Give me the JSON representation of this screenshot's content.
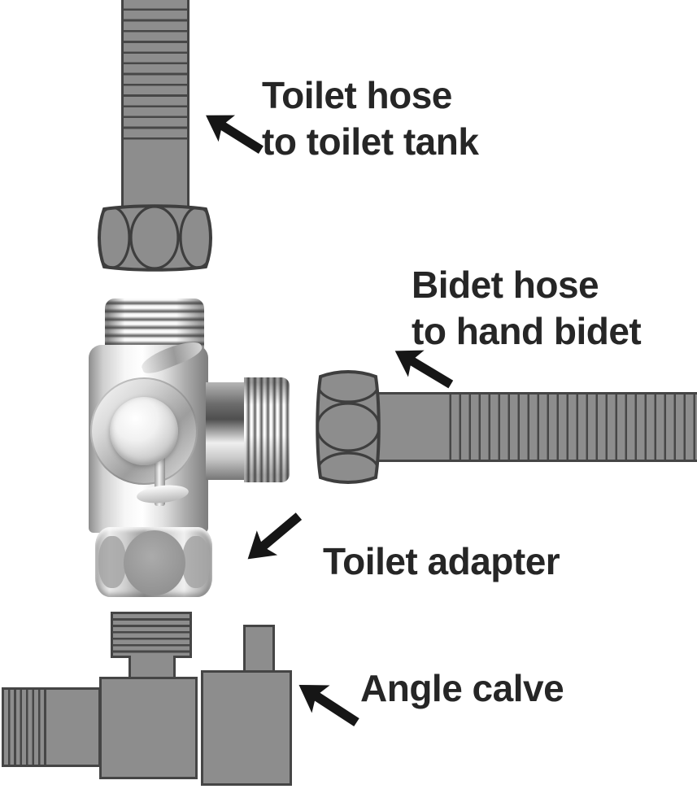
{
  "diagram": {
    "background": "#ffffff",
    "labels": {
      "toilet_hose": {
        "line1": "Toilet hose",
        "line2": "to toilet tank"
      },
      "bidet_hose": {
        "line1": "Bidet hose",
        "line2": "to hand bidet"
      },
      "toilet_adapter": {
        "text": "Toilet adapter"
      },
      "angle_valve": {
        "text": "Angle calve"
      }
    },
    "arrows": [
      {
        "name": "arrow-toilet-hose",
        "direction": "down-left"
      },
      {
        "name": "arrow-bidet-hose",
        "direction": "down-left"
      },
      {
        "name": "arrow-toilet-adapter",
        "direction": "up-left"
      },
      {
        "name": "arrow-angle-valve",
        "direction": "down-left"
      }
    ],
    "parts": [
      {
        "name": "toilet-hose",
        "style": "gray ribbed hose, vertical, top edge"
      },
      {
        "name": "toilet-hose-nut",
        "style": "gray barrel nut"
      },
      {
        "name": "toilet-adapter",
        "style": "chrome 3-way T-adapter with side knob, threaded top and right outlets, hex swivel nut"
      },
      {
        "name": "bidet-hose-nut",
        "style": "gray barrel nut"
      },
      {
        "name": "bidet-hose",
        "style": "gray ribbed hose, horizontal, right edge"
      },
      {
        "name": "angle-valve",
        "style": "gray angle valve: ribbed handle, inlet pipe, body, outlet block with stub"
      }
    ],
    "colors": {
      "part_gray": "#8d8d8d",
      "outline": "#454545",
      "rib_line": "#474747",
      "label_text": "#262626",
      "arrow_black": "#161616",
      "chrome_light": "#f6f6f6",
      "chrome_dark": "#5f5f5f",
      "background": "#ffffff"
    }
  }
}
